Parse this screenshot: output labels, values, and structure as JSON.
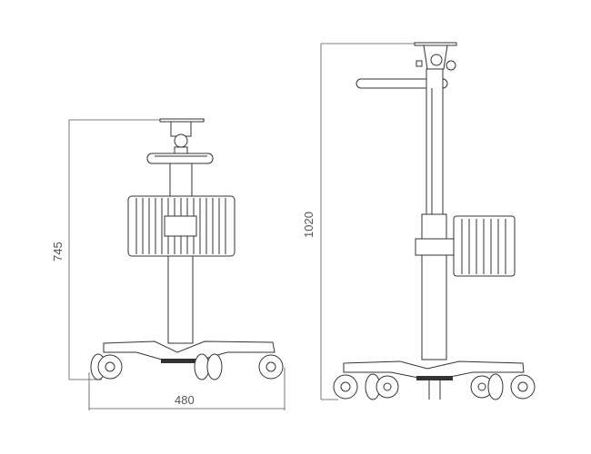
{
  "dimensions": {
    "front_height": "745",
    "front_width": "480",
    "side_height": "1020"
  }
}
